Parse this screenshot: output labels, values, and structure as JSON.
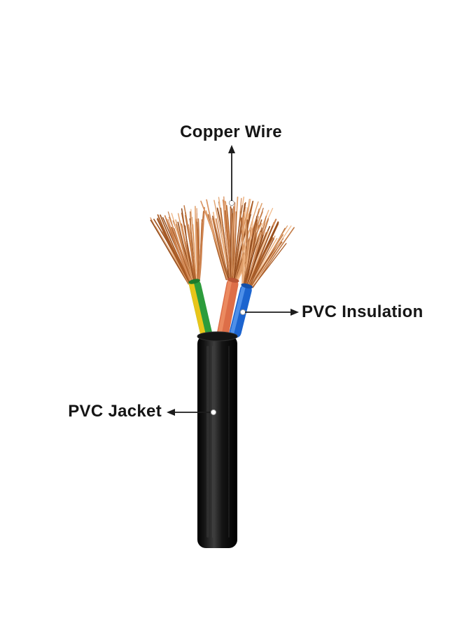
{
  "page": {
    "background": "#ffffff"
  },
  "diagram": {
    "type": "product-callout-diagram",
    "subject": "3-core electrical cable with stripped end",
    "labels": {
      "copper_wire": "Copper Wire",
      "pvc_insulation": "PVC Insulation",
      "pvc_jacket": "PVC Jacket"
    },
    "colors": {
      "copper": "#c27a45",
      "insulation_green": "#2d9c3c",
      "insulation_yellow": "#e8c51a",
      "insulation_orange": "#dd6e48",
      "insulation_blue": "#1c64cf",
      "jacket": "#0d0d0d",
      "annotation": "#1c1c1c"
    }
  }
}
